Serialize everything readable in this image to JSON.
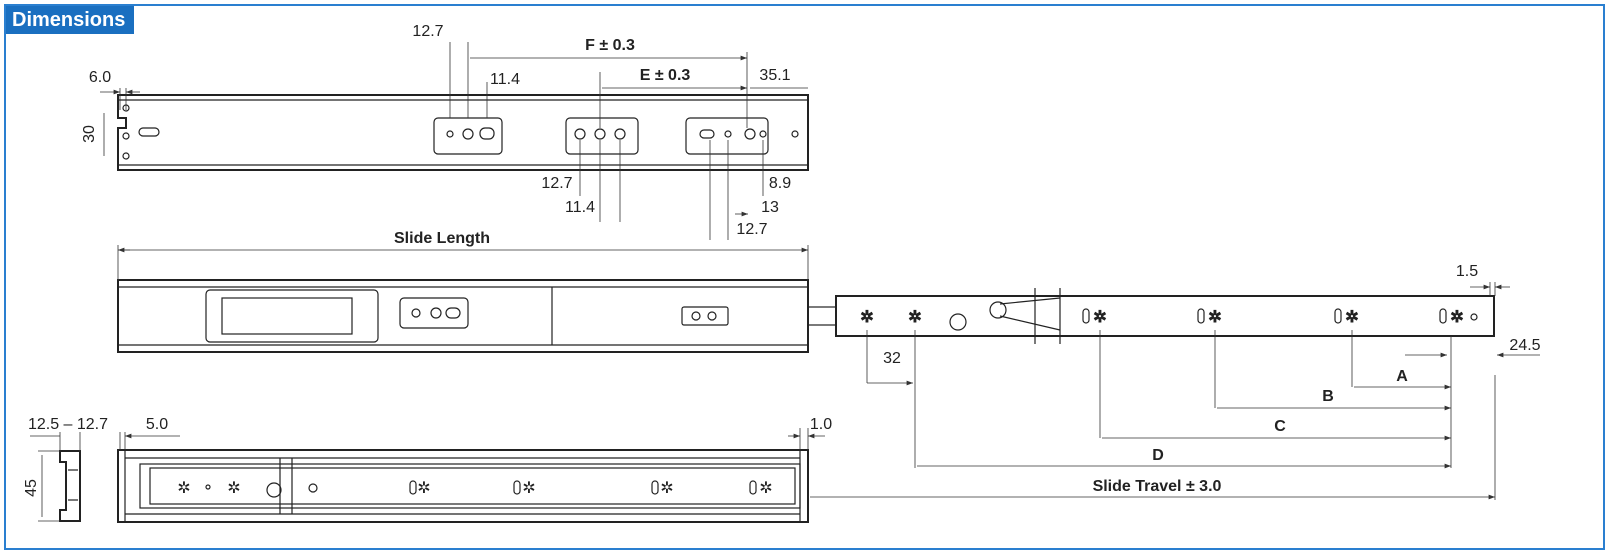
{
  "header": {
    "title": "Dimensions"
  },
  "top_view": {
    "d_12_7_top": "12.7",
    "f": "F ± 0.3",
    "d_11_4_top": "11.4",
    "d_6_0": "6.0",
    "e": "E ± 0.3",
    "d_35_1": "35.1",
    "d_30": "30",
    "d_12_7_a": "12.7",
    "d_11_4_b": "11.4",
    "d_8_9": "8.9",
    "d_13": "13",
    "d_12_7_b": "12.7"
  },
  "side_view": {
    "slide_length": "Slide Length",
    "d_1_5": "1.5",
    "d_24_5": "24.5",
    "d_32": "32",
    "a": "A",
    "b": "B",
    "c": "C",
    "d": "D",
    "slide_travel": "Slide Travel ± 3.0"
  },
  "bottom_view": {
    "d_12_5_12_7": "12.5 – 12.7",
    "d_5_0": "5.0",
    "d_1_0": "1.0",
    "d_45": "45"
  },
  "colors": {
    "accent": "#1a6fc0"
  }
}
